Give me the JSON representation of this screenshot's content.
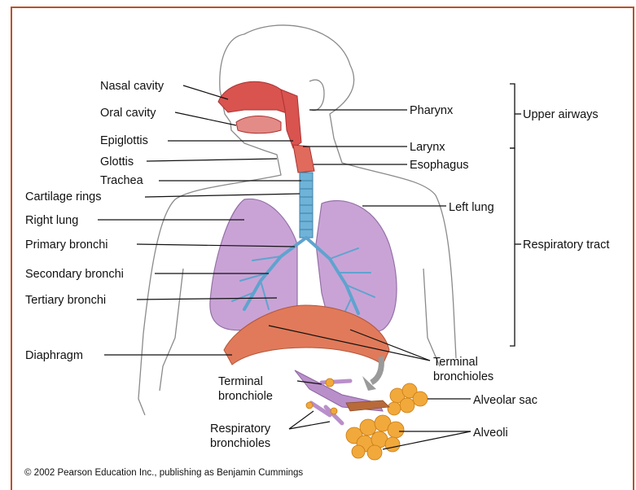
{
  "labels": {
    "nasal_cavity": "Nasal cavity",
    "oral_cavity": "Oral cavity",
    "epiglottis": "Epiglottis",
    "glottis": "Glottis",
    "trachea": "Trachea",
    "cartilage_rings": "Cartilage rings",
    "right_lung": "Right lung",
    "primary_bronchi": "Primary bronchi",
    "secondary_bronchi": "Secondary bronchi",
    "tertiary_bronchi": "Tertiary bronchi",
    "diaphragm": "Diaphragm",
    "pharynx": "Pharynx",
    "larynx": "Larynx",
    "esophagus": "Esophagus",
    "left_lung": "Left lung",
    "terminal_bronchioles_1": "Terminal",
    "terminal_bronchioles_2": "bronchioles",
    "terminal_bronchiole_1": "Terminal",
    "terminal_bronchiole_2": "bronchiole",
    "respiratory_bronchioles_1": "Respiratory",
    "respiratory_bronchioles_2": "bronchioles",
    "alveolar_sac": "Alveolar sac",
    "alveoli": "Alveoli",
    "upper_airways": "Upper airways",
    "respiratory_tract": "Respiratory tract"
  },
  "credit": "© 2002 Pearson Education Inc., publishing as Benjamin Cummings",
  "colors": {
    "frame": "#b8532a",
    "lung": "#c9a3d6",
    "airway_red": "#d9534f",
    "trachea_blue": "#6fb3d9",
    "diaphragm": "#e07a5a",
    "alveoli": "#f2a93b"
  }
}
